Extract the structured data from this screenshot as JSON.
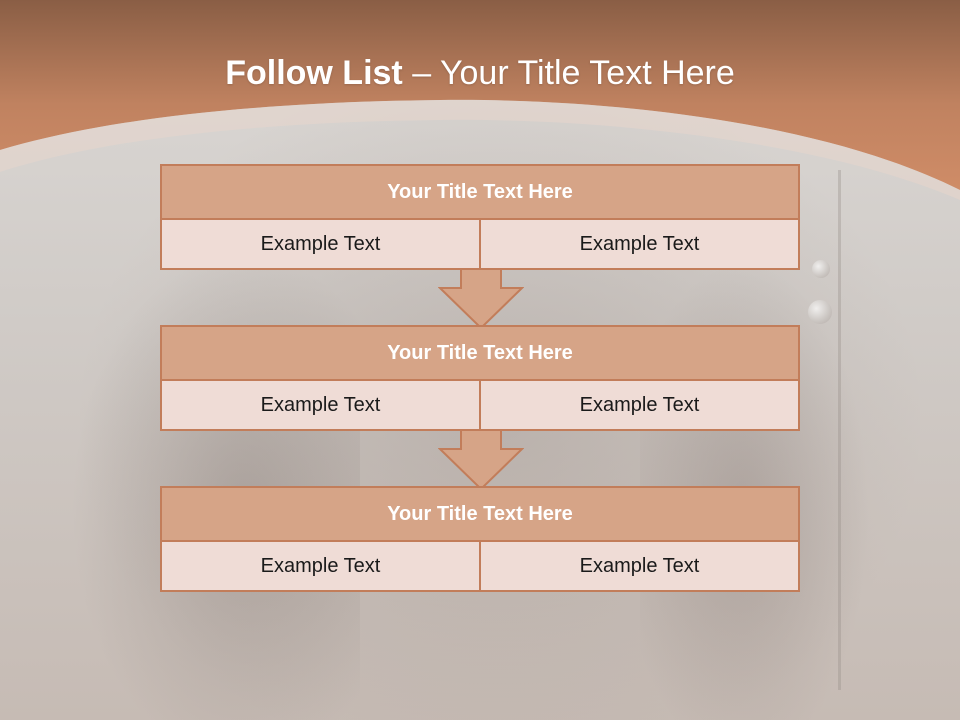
{
  "slide": {
    "title_bold": "Follow List",
    "title_rest": " – Your Title Text Here"
  },
  "steps": [
    {
      "title": "Your Title Text Here",
      "left": "Example Text",
      "right": "Example Text"
    },
    {
      "title": "Your Title Text Here",
      "left": "Example Text",
      "right": "Example Text"
    },
    {
      "title": "Your Title Text Here",
      "left": "Example Text",
      "right": "Example Text"
    }
  ],
  "colors": {
    "header": "#c9886a",
    "box_title_fill": "#d6a487",
    "box_border": "#c27d5a",
    "cell_fill": "#efdcd6"
  }
}
